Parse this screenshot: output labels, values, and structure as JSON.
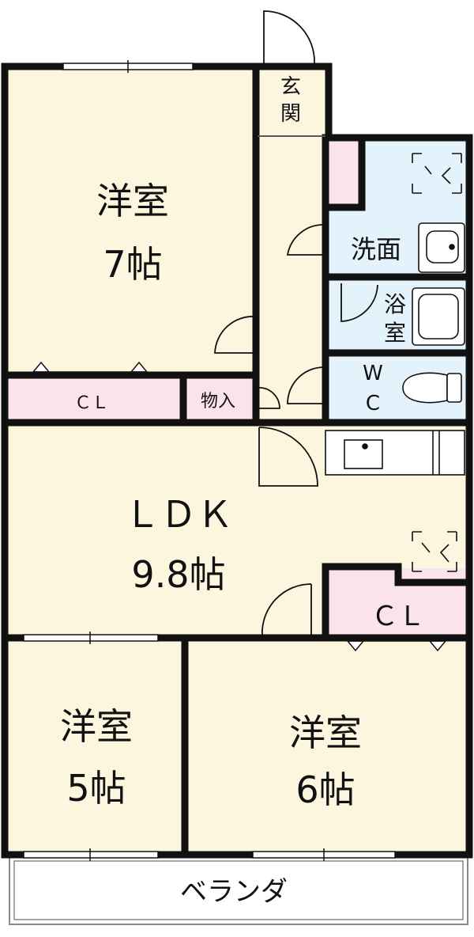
{
  "colors": {
    "room_fill": "#fdf6df",
    "wet_fill": "#e3f2fb",
    "closet_fill": "#fbe3ea",
    "wall": "#111111",
    "balcony_fill": "#ffffff"
  },
  "rooms": {
    "western_7": {
      "name": "洋室",
      "size": "7帖"
    },
    "entrance": {
      "name_line1": "玄",
      "name_line2": "関"
    },
    "washroom": {
      "name": "洗面"
    },
    "bath": {
      "name_line1": "浴",
      "name_line2": "室"
    },
    "wc": {
      "name_line1": "W",
      "name_line2": "C"
    },
    "closet_1": {
      "name": "ＣＬ"
    },
    "storage": {
      "name": "物入"
    },
    "ldk": {
      "name": "ＬＤＫ",
      "size": "9.8帖"
    },
    "closet_2": {
      "name": "ＣＬ"
    },
    "western_5": {
      "name": "洋室",
      "size": "5帖"
    },
    "western_6": {
      "name": "洋室",
      "size": "6帖"
    },
    "balcony": {
      "name": "ベランダ"
    }
  }
}
